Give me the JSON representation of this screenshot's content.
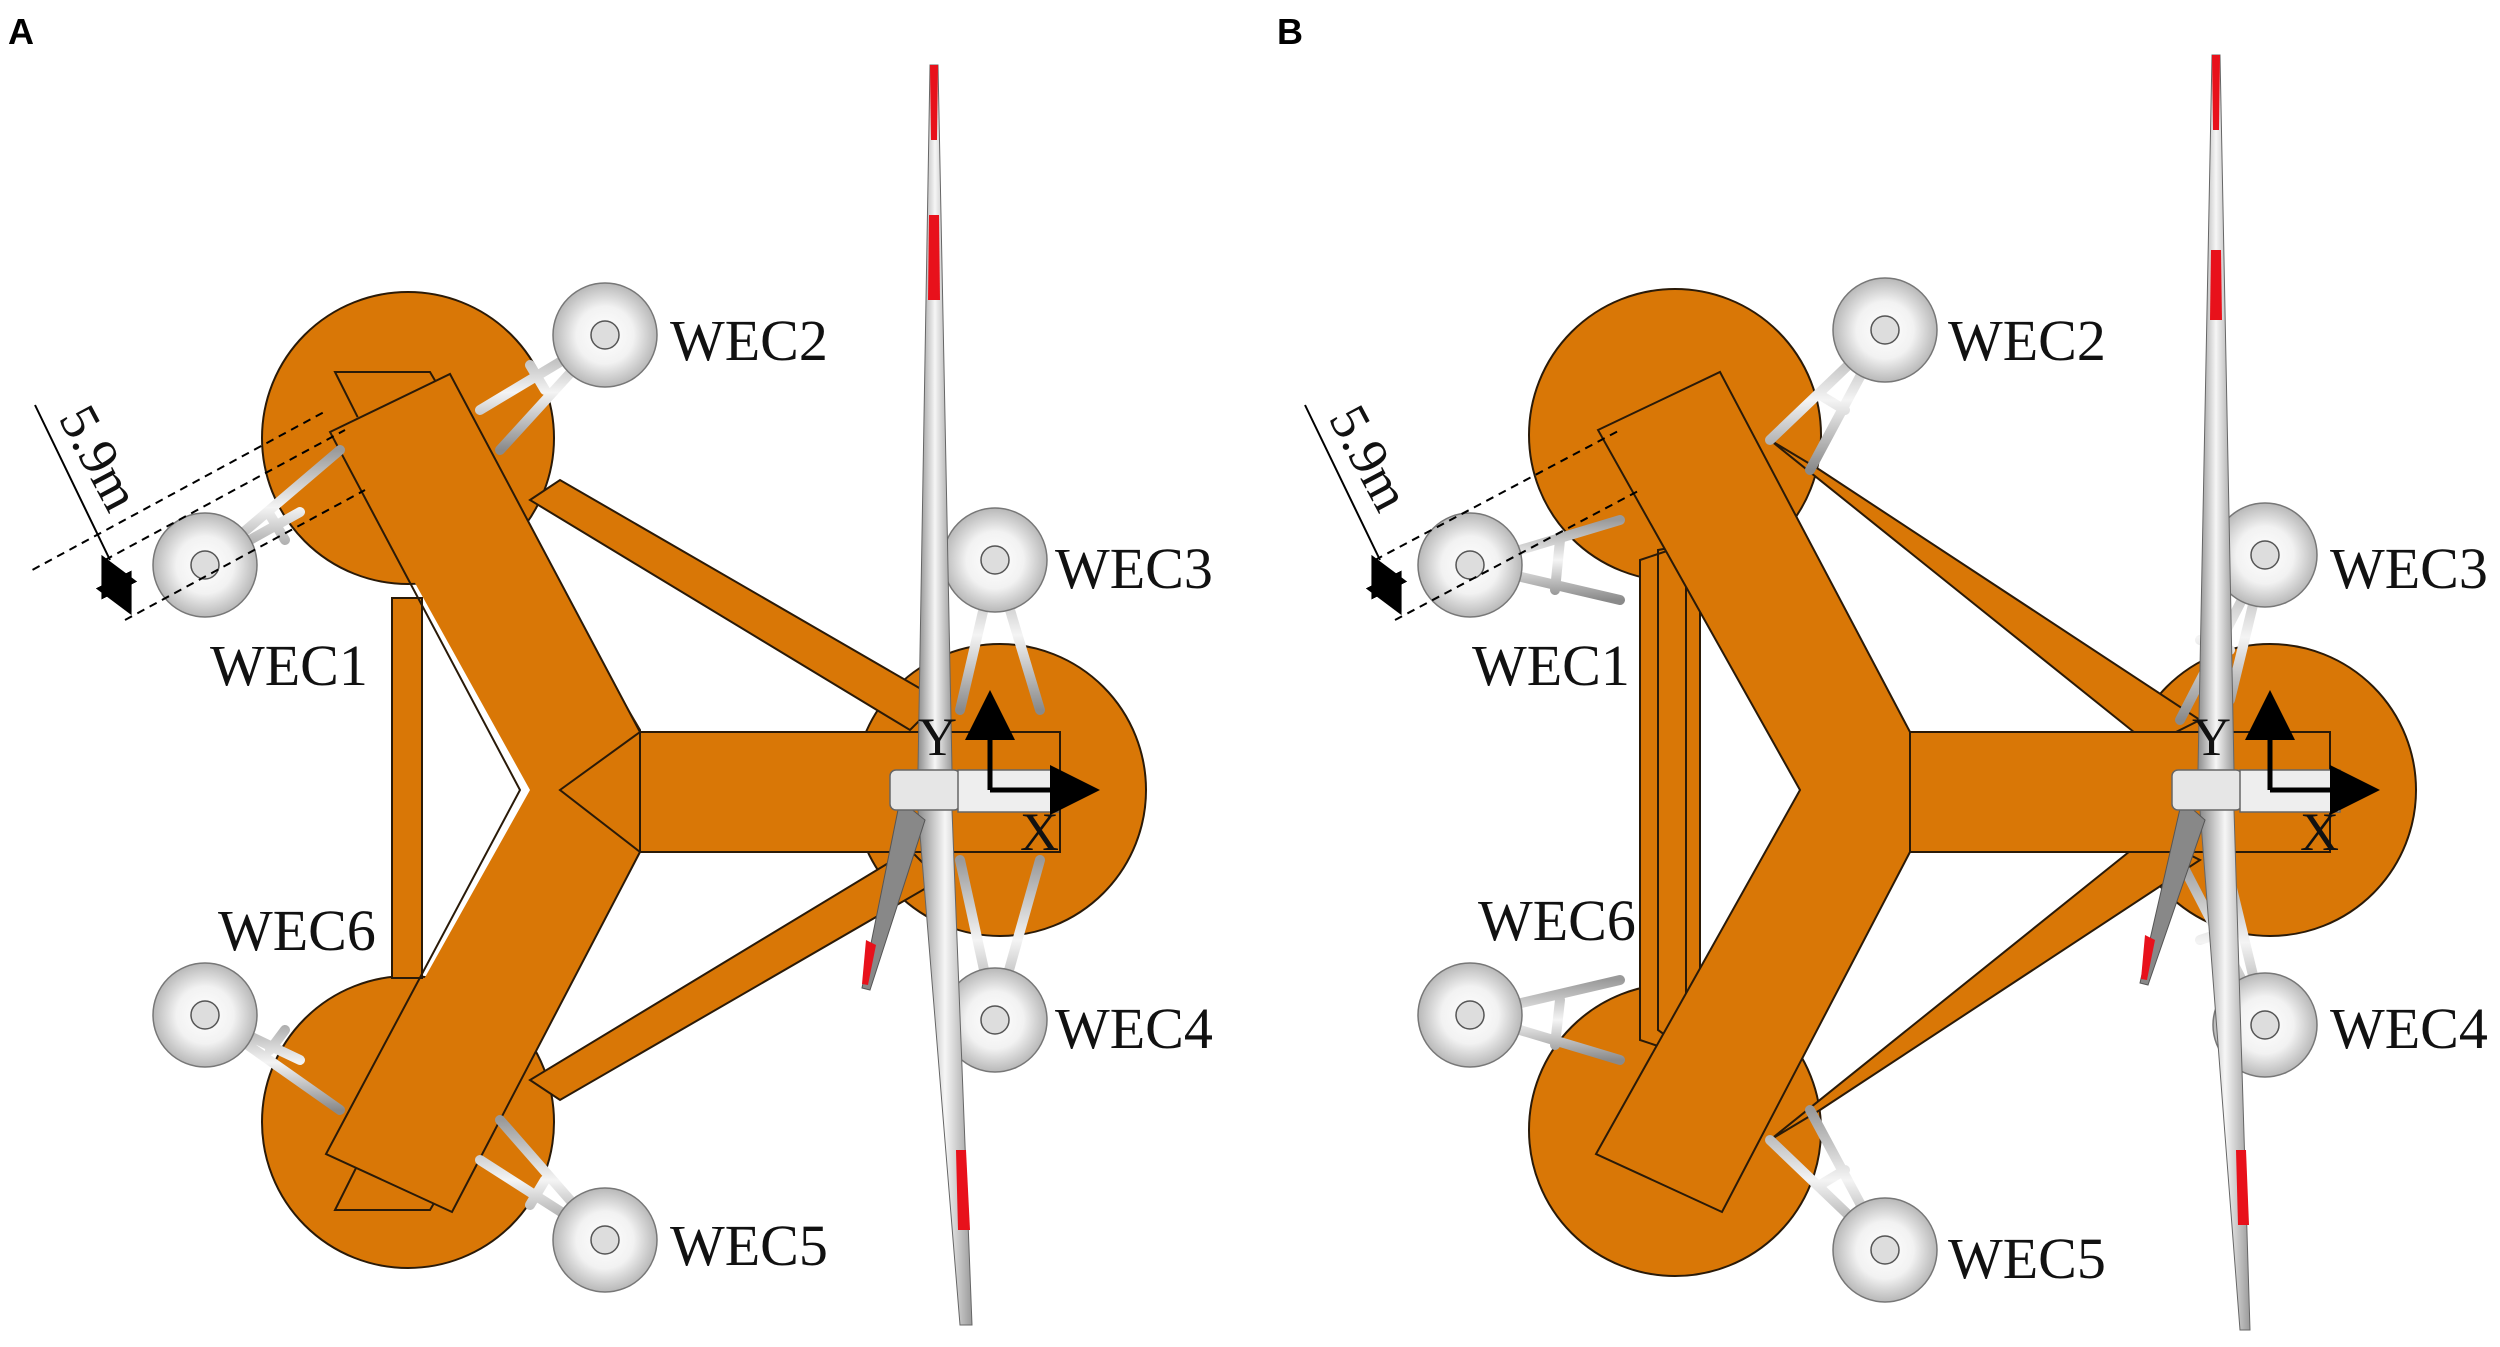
{
  "panels": [
    {
      "id": "A",
      "letter": "A",
      "wec_labels": [
        "WEC1",
        "WEC2",
        "WEC3",
        "WEC4",
        "WEC5",
        "WEC6"
      ],
      "dimension": "5.9m",
      "axis_x": "X",
      "axis_y": "Y"
    },
    {
      "id": "B",
      "letter": "B",
      "wec_labels": [
        "WEC1",
        "WEC2",
        "WEC3",
        "WEC4",
        "WEC5",
        "WEC6"
      ],
      "dimension": "5.9m",
      "axis_x": "X",
      "axis_y": "Y"
    }
  ],
  "colors": {
    "platform": "#D97706",
    "platform_stroke": "#2a1a08",
    "wec_float": "#e6e6e6",
    "arm": "#cfcfcf",
    "blade": "#d4d4d4",
    "blade_tip": "#e8111b"
  }
}
